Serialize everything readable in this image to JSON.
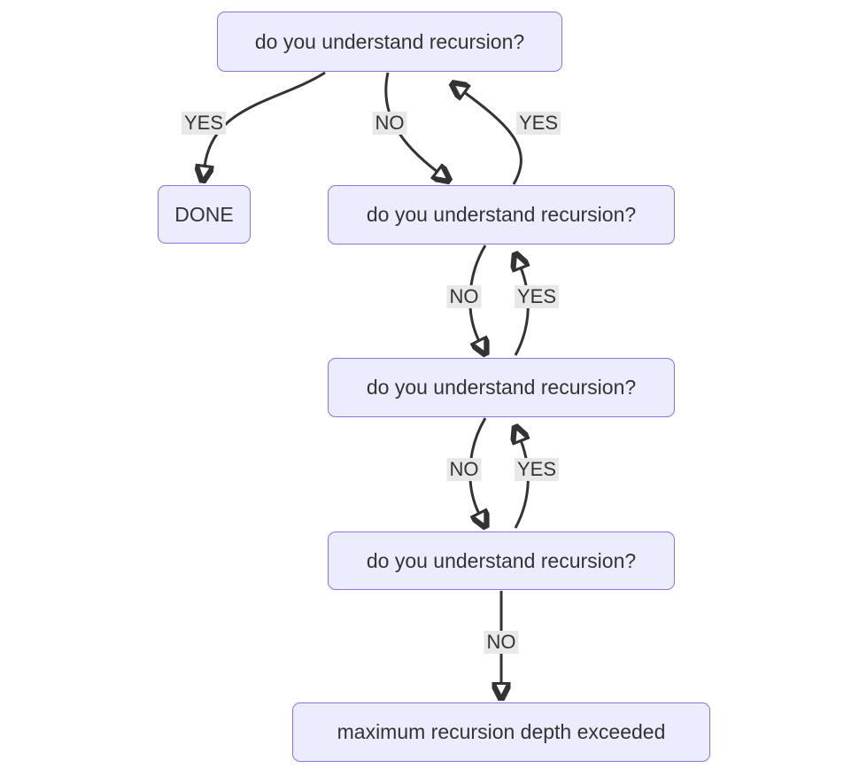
{
  "diagram": {
    "type": "flowchart",
    "nodes": {
      "q1": {
        "label": "do you understand recursion?"
      },
      "done": {
        "label": "DONE"
      },
      "q2": {
        "label": "do you understand recursion?"
      },
      "q3": {
        "label": "do you understand recursion?"
      },
      "q4": {
        "label": "do you understand recursion?"
      },
      "max_depth": {
        "label": "maximum recursion depth exceeded"
      }
    },
    "edges": {
      "q1_done": {
        "label": "YES"
      },
      "q1_q2": {
        "label": "NO"
      },
      "q2_q1": {
        "label": "YES"
      },
      "q2_q3": {
        "label": "NO"
      },
      "q3_q2": {
        "label": "YES"
      },
      "q3_q4": {
        "label": "NO"
      },
      "q4_q3": {
        "label": "YES"
      },
      "q4_max_depth": {
        "label": "NO"
      }
    },
    "colors": {
      "node_fill": "#ECECFF",
      "node_border": "#9370DB",
      "edge_stroke": "#333333",
      "edge_label_bg": "#E8E8E8",
      "text": "#333333",
      "background": "#FFFFFF"
    }
  }
}
